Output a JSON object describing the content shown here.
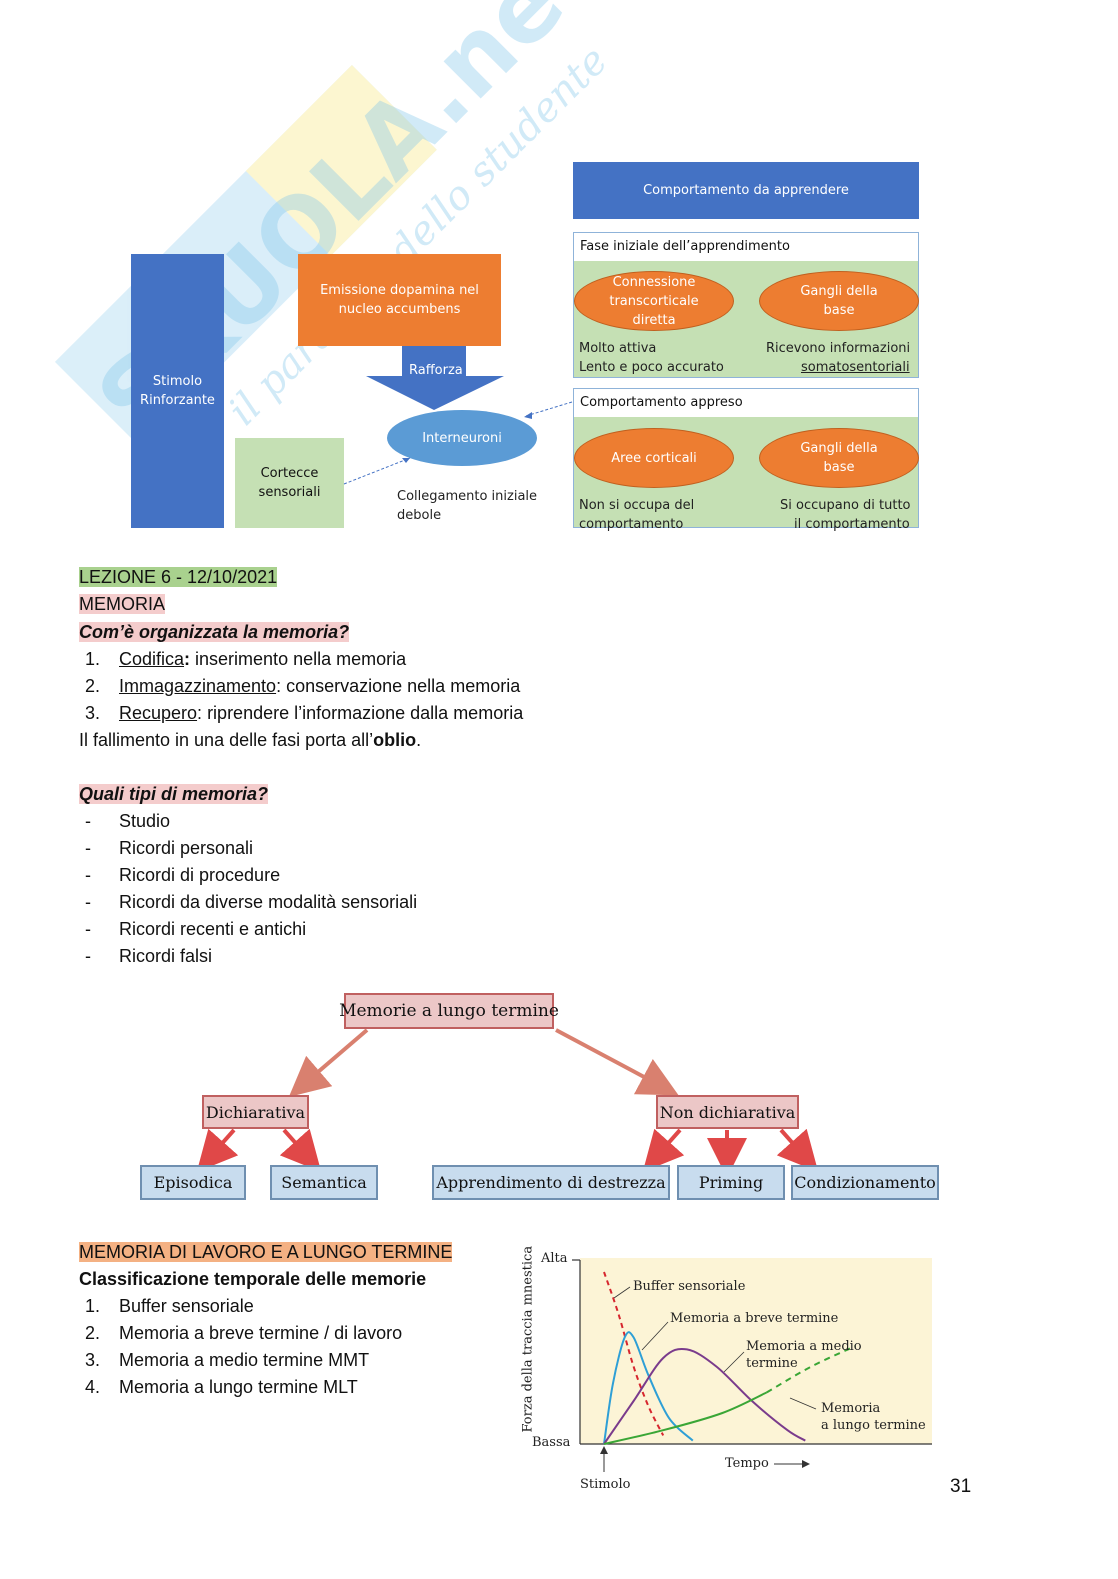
{
  "watermark": {
    "brand": "SKUOLA.net",
    "tagline": "il paradiso dello studente"
  },
  "diagram1": {
    "stimolo": "Stimolo Rinforzante",
    "emissione": "Emissione dopamina nel nucleo accumbens",
    "rafforza": "Rafforza",
    "interneuroni": "Interneuroni",
    "cortecce": "Cortecce sensoriali",
    "collegamento": "Collegamento iniziale debole",
    "comportamento_header": "Comportamento da apprendere",
    "fase_iniziale": "Fase iniziale dell’apprendimento",
    "connessione": "Connessione transcorticale diretta",
    "gangli1": "Gangli della base",
    "molto_attiva": "Molto attiva",
    "lento": "Lento e poco accurato",
    "ricevono": "Ricevono informazioni",
    "somato": "somatosentoriali",
    "comportamento_appreso": "Comportamento appreso",
    "aree": "Aree corticali",
    "gangli2": "Gangli della base",
    "non_si_occupa": "Non si occupa del",
    "comportamento_a": "comportamento",
    "si_occupano": "Si occupano di tutto",
    "il_comportamento": "il comportamento"
  },
  "lesson": {
    "heading": "LEZIONE 6 - 12/10/2021",
    "topic": "MEMORIA",
    "q1": "Com’è organizzata la memoria?",
    "steps": [
      {
        "num": "1.",
        "term": "Codifica",
        "sep": ":",
        "desc": " inserimento nella memoria"
      },
      {
        "num": "2.",
        "term": "Immagazzinamento",
        "sep": ":",
        "desc": " conservazione nella memoria"
      },
      {
        "num": "3.",
        "term": "Recupero",
        "sep": ":",
        "desc": " riprendere l’informazione dalla memoria"
      }
    ],
    "fail_text": "Il fallimento in una delle fasi porta all’",
    "fail_bold": "oblio",
    "fail_end": ".",
    "q2": "Quali tipi di memoria?",
    "types": [
      "Studio",
      "Ricordi personali",
      "Ricordi di procedure",
      "Ricordi da diverse modalità sensoriali",
      "Ricordi recenti e antichi",
      "Ricordi falsi"
    ],
    "dash": "-"
  },
  "tree": {
    "root": "Memorie a lungo termine",
    "left": "Dichiarativa",
    "right": "Non dichiarativa",
    "leaves": [
      "Episodica",
      "Semantica",
      "Apprendimento di destrezza",
      "Priming",
      "Condizionamento"
    ]
  },
  "section2": {
    "heading": "MEMORIA DI LAVORO E A LUNGO TERMINE",
    "subheading": "Classificazione temporale delle memorie",
    "items": [
      {
        "num": "1.",
        "text": "Buffer sensoriale"
      },
      {
        "num": "2.",
        "text": "Memoria a breve termine / di lavoro"
      },
      {
        "num": "3.",
        "text": "Memoria a medio termine MMT"
      },
      {
        "num": "4.",
        "text": "Memoria a lungo termine MLT"
      }
    ]
  },
  "chart_data": {
    "type": "line",
    "ylabel": "Forza della traccia mnestica",
    "y_top": "Alta",
    "y_bottom": "Bassa",
    "xlabel": "Tempo",
    "stimulus_label": "Stimolo",
    "series": [
      {
        "name": "Buffer sensoriale",
        "color": "#d6262e",
        "style": "dashed",
        "points": [
          [
            0,
            1.0
          ],
          [
            0.05,
            0.75
          ],
          [
            0.1,
            0.45
          ],
          [
            0.15,
            0.22
          ],
          [
            0.2,
            0.05
          ]
        ]
      },
      {
        "name": "Memoria a breve termine",
        "color": "#2e9fd6",
        "style": "solid",
        "points": [
          [
            0,
            0
          ],
          [
            0.03,
            0.35
          ],
          [
            0.07,
            0.62
          ],
          [
            0.1,
            0.62
          ],
          [
            0.15,
            0.4
          ],
          [
            0.22,
            0.15
          ],
          [
            0.3,
            0.02
          ]
        ]
      },
      {
        "name": "Memoria a medio termine",
        "color": "#7a3b8c",
        "style": "solid",
        "points": [
          [
            0,
            0
          ],
          [
            0.1,
            0.25
          ],
          [
            0.2,
            0.5
          ],
          [
            0.28,
            0.55
          ],
          [
            0.38,
            0.45
          ],
          [
            0.5,
            0.25
          ],
          [
            0.62,
            0.08
          ],
          [
            0.68,
            0.02
          ]
        ]
      },
      {
        "name": "Memoria a lungo termine",
        "color": "#3aa636",
        "style": "solid-then-dashed",
        "points": [
          [
            0,
            0
          ],
          [
            0.2,
            0.08
          ],
          [
            0.4,
            0.18
          ],
          [
            0.55,
            0.3
          ],
          [
            0.7,
            0.45
          ],
          [
            0.85,
            0.57
          ]
        ]
      }
    ],
    "curve_labels": {
      "buffer": "Buffer sensoriale",
      "breve": "Memoria a breve termine",
      "medio1": "Memoria a medio",
      "medio2": "termine",
      "lungo1": "Memoria",
      "lungo2": "a lungo termine"
    }
  },
  "page_number": "31"
}
